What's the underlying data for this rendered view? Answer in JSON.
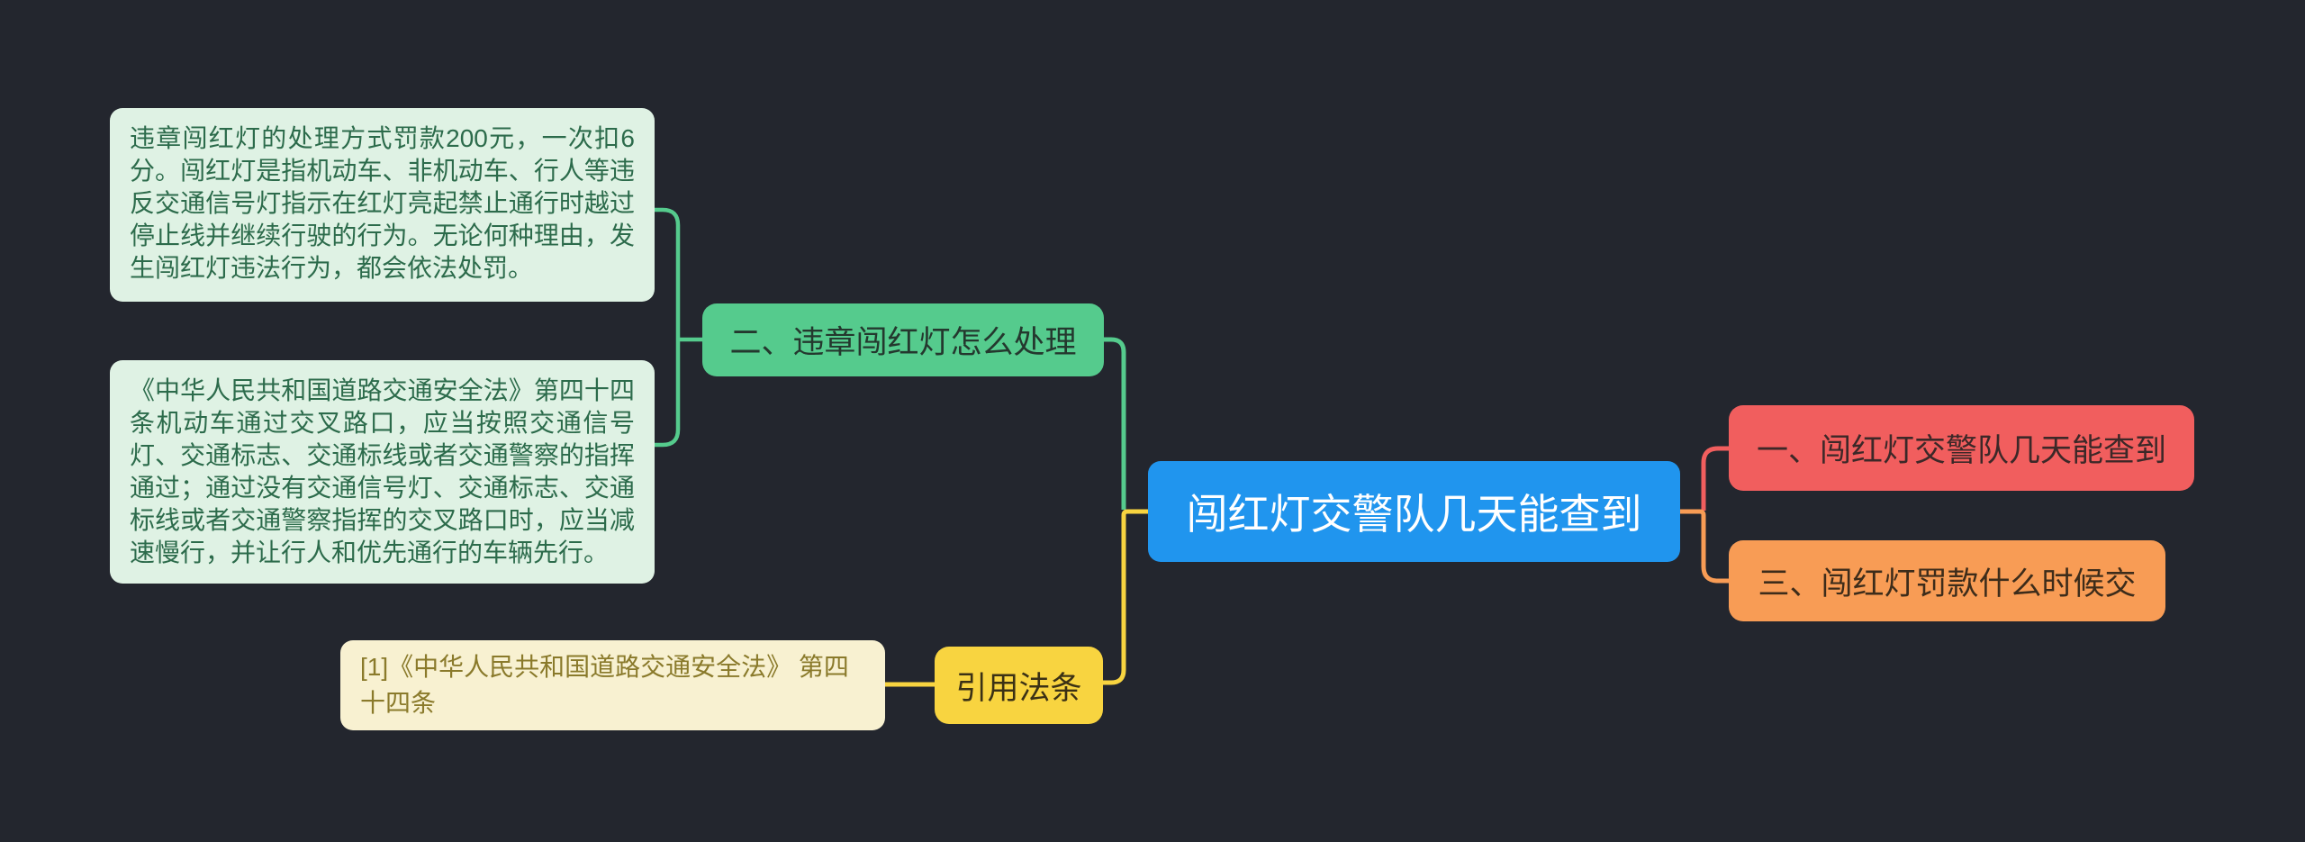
{
  "canvas": {
    "background_color": "#23262e",
    "connector_colors": {
      "branch_two": "#55cb8d",
      "branch_one": "#f15e5e",
      "branch_three": "#f89c55",
      "citation": "#f8d440"
    }
  },
  "root": {
    "label": "闯红灯交警队几天能查到",
    "color": "#2095ee",
    "text_color": "#ffffff"
  },
  "branches": {
    "one": {
      "label": "一、闯红灯交警队几天能查到",
      "color": "#f15e5e"
    },
    "two": {
      "label": "二、违章闯红灯怎么处理",
      "color": "#55cb8d",
      "note_bg": "#dff2e4",
      "note_text_color": "#2c6b4b",
      "notes": [
        {
          "text": "违章闯红灯的处理方式罚款200元，一次扣6分。闯红灯是指机动车、非机动车、行人等违反交通信号灯指示在红灯亮起禁止通行时越过停止线并继续行驶的行为。无论何种理由，发生闯红灯违法行为，都会依法处罚。"
        },
        {
          "text": "《中华人民共和国道路交通安全法》第四十四条机动车通过交叉路口，应当按照交通信号灯、交通标志、交通标线或者交通警察的指挥通过；通过没有交通信号灯、交通标志、交通标线或者交通警察指挥的交叉路口时，应当减速慢行，并让行人和优先通行的车辆先行。"
        }
      ]
    },
    "three": {
      "label": "三、闯红灯罚款什么时候交",
      "color": "#f89c55"
    },
    "citation": {
      "label": "引用法条",
      "color": "#f8d440",
      "note_bg": "#f8f1d1",
      "note_text_color": "#8a7a2b",
      "notes": [
        {
          "text": "[1]《中华人民共和国道路交通安全法》 第四十四条"
        }
      ]
    }
  }
}
